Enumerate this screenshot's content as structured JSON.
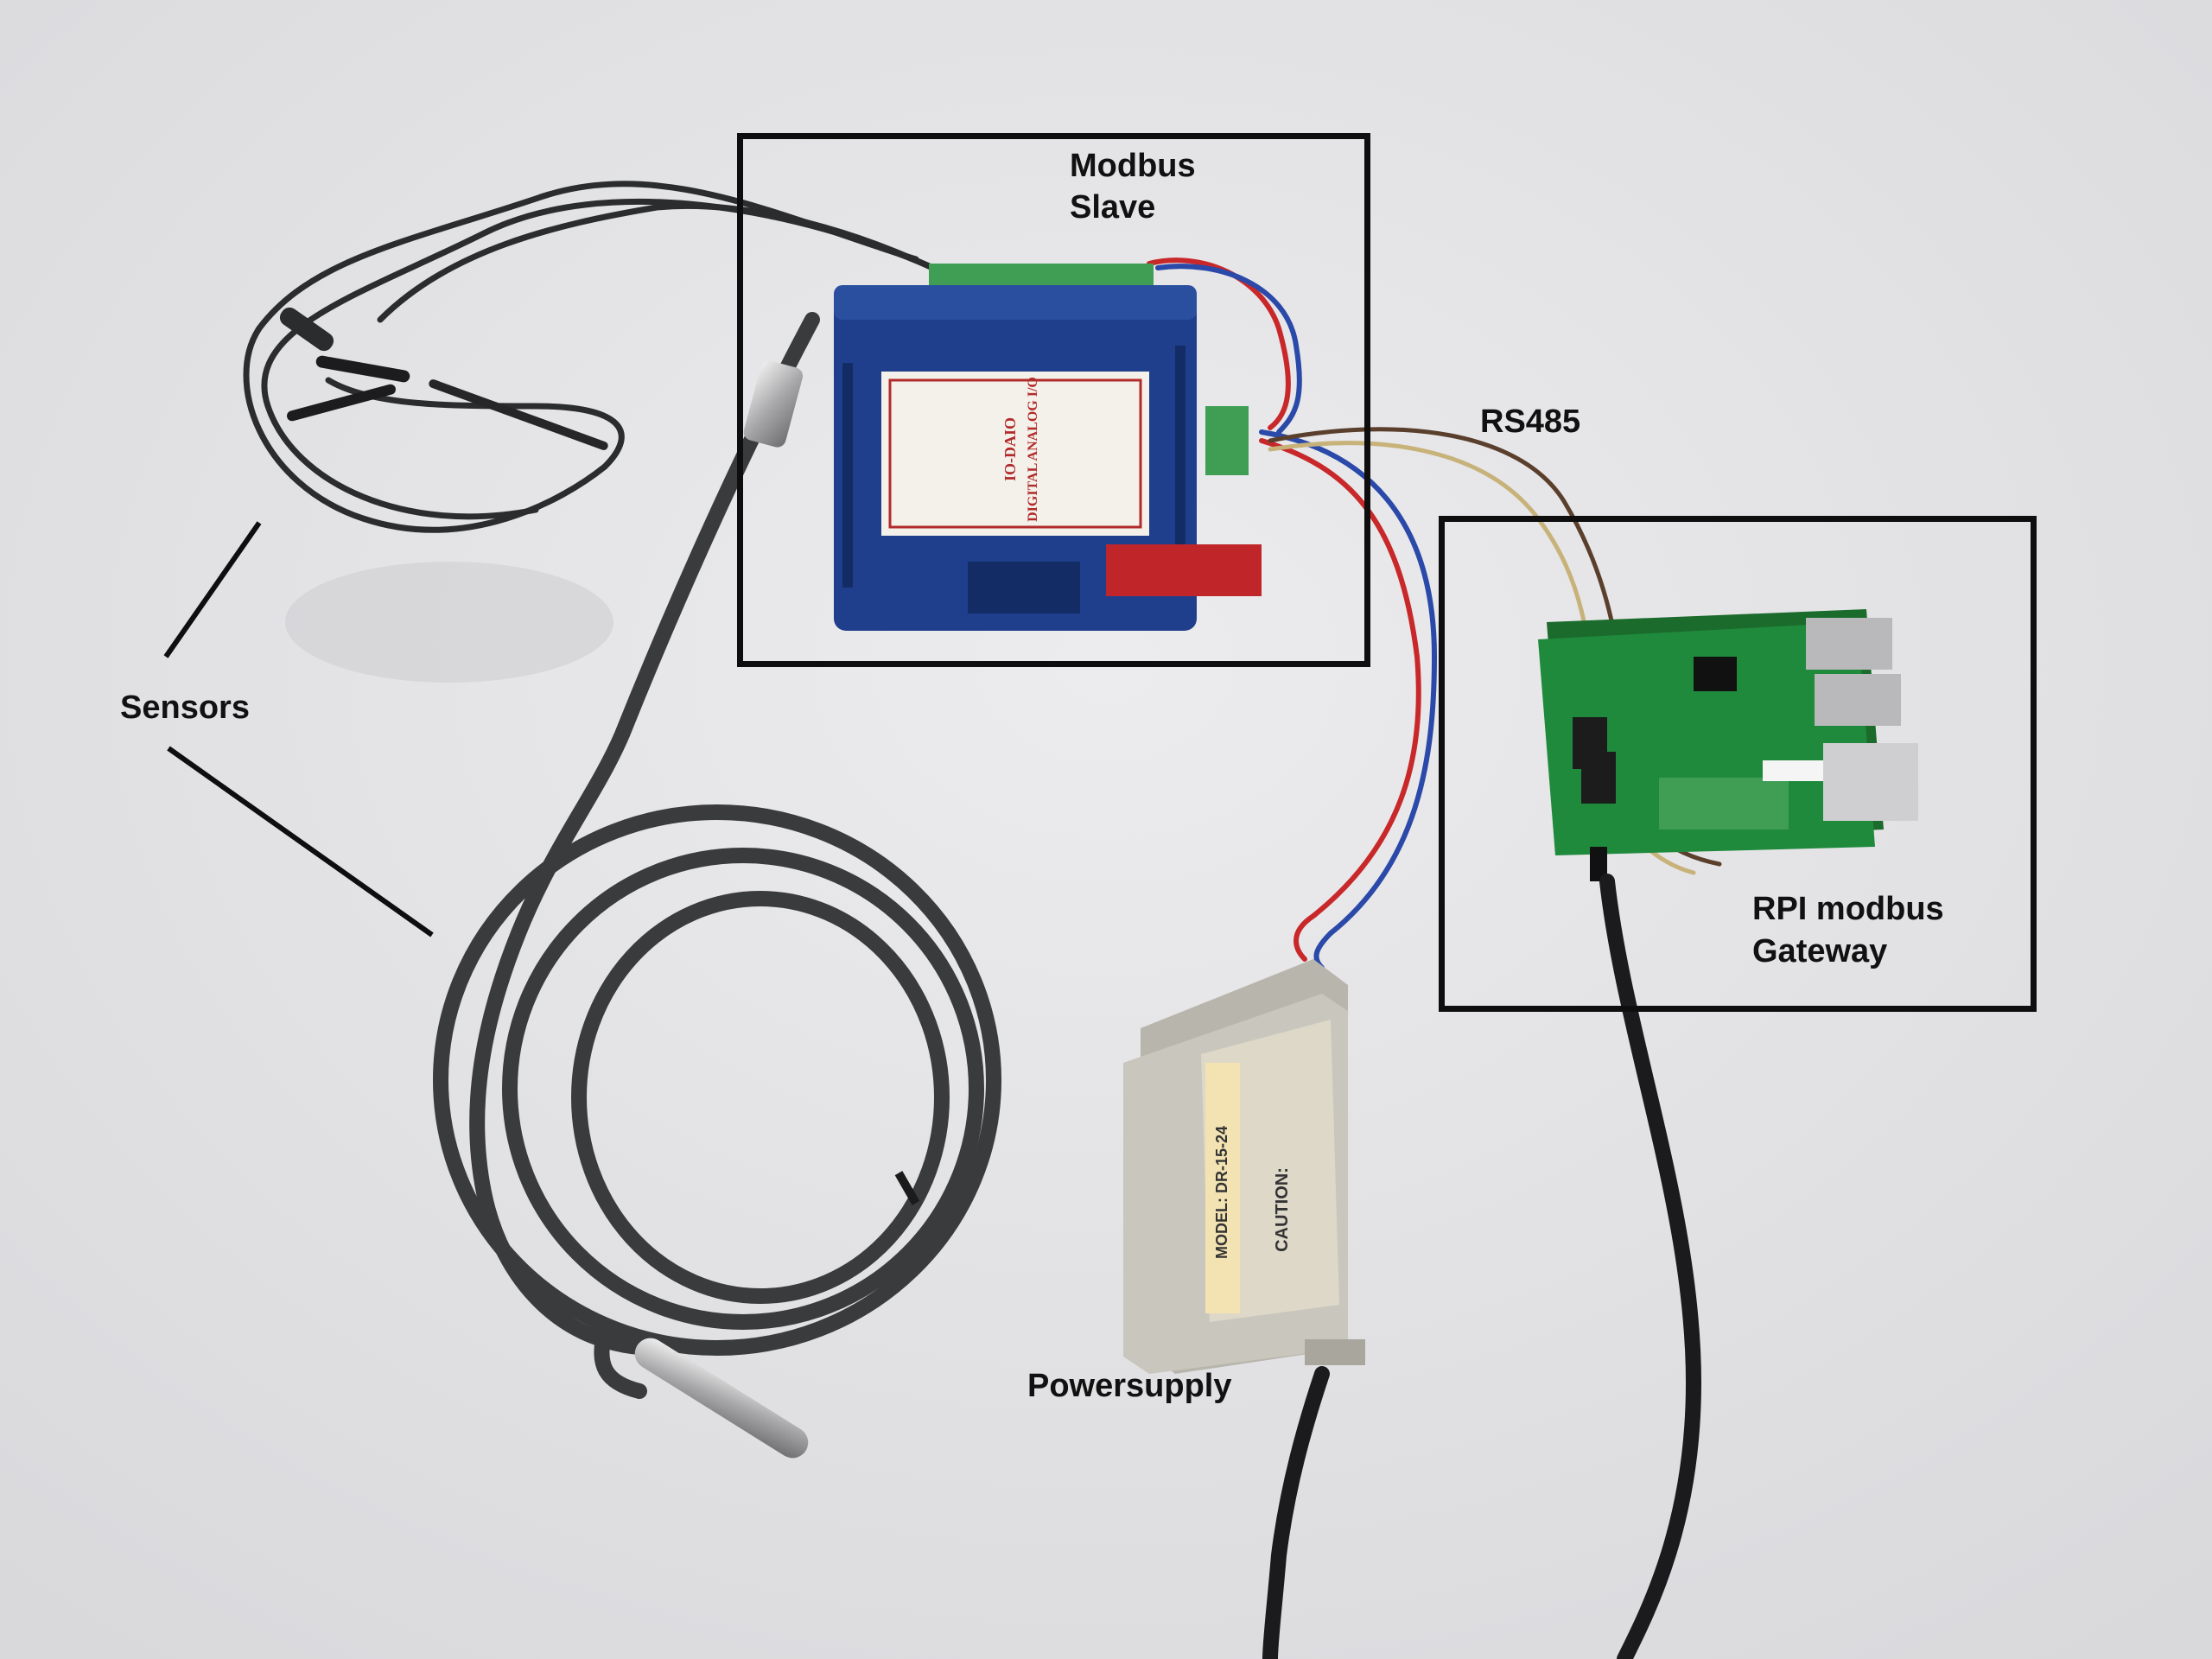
{
  "labels": {
    "modbus_slave_line1": "Modbus",
    "modbus_slave_line2": "Slave",
    "rs485": "RS485",
    "sensors": "Sensors",
    "rpi_gateway_line1": "RPI modbus",
    "rpi_gateway_line2": "Gateway",
    "powersupply": "Powersupply"
  },
  "device_labels": {
    "io_module_title": "IO-DAIO",
    "io_module_subtitle": "DIGITAL ANALOG I/O",
    "psu_model": "MODEL: DR-15-24",
    "psu_caution": "CAUTION:"
  },
  "colors": {
    "background": "#e6e6e8",
    "box_stroke": "#0e0e0e",
    "io_module_blue": "#1f3f8c",
    "terminal_green": "#3f9e54",
    "pcb_green": "#1f8a3c",
    "psu_grey": "#c9c6bd",
    "cable_dark": "#2e2f31",
    "wire_red": "#c8282a",
    "wire_blue": "#2a49a8",
    "wire_tan": "#c7b27a",
    "wire_brown": "#5a3f2c"
  }
}
